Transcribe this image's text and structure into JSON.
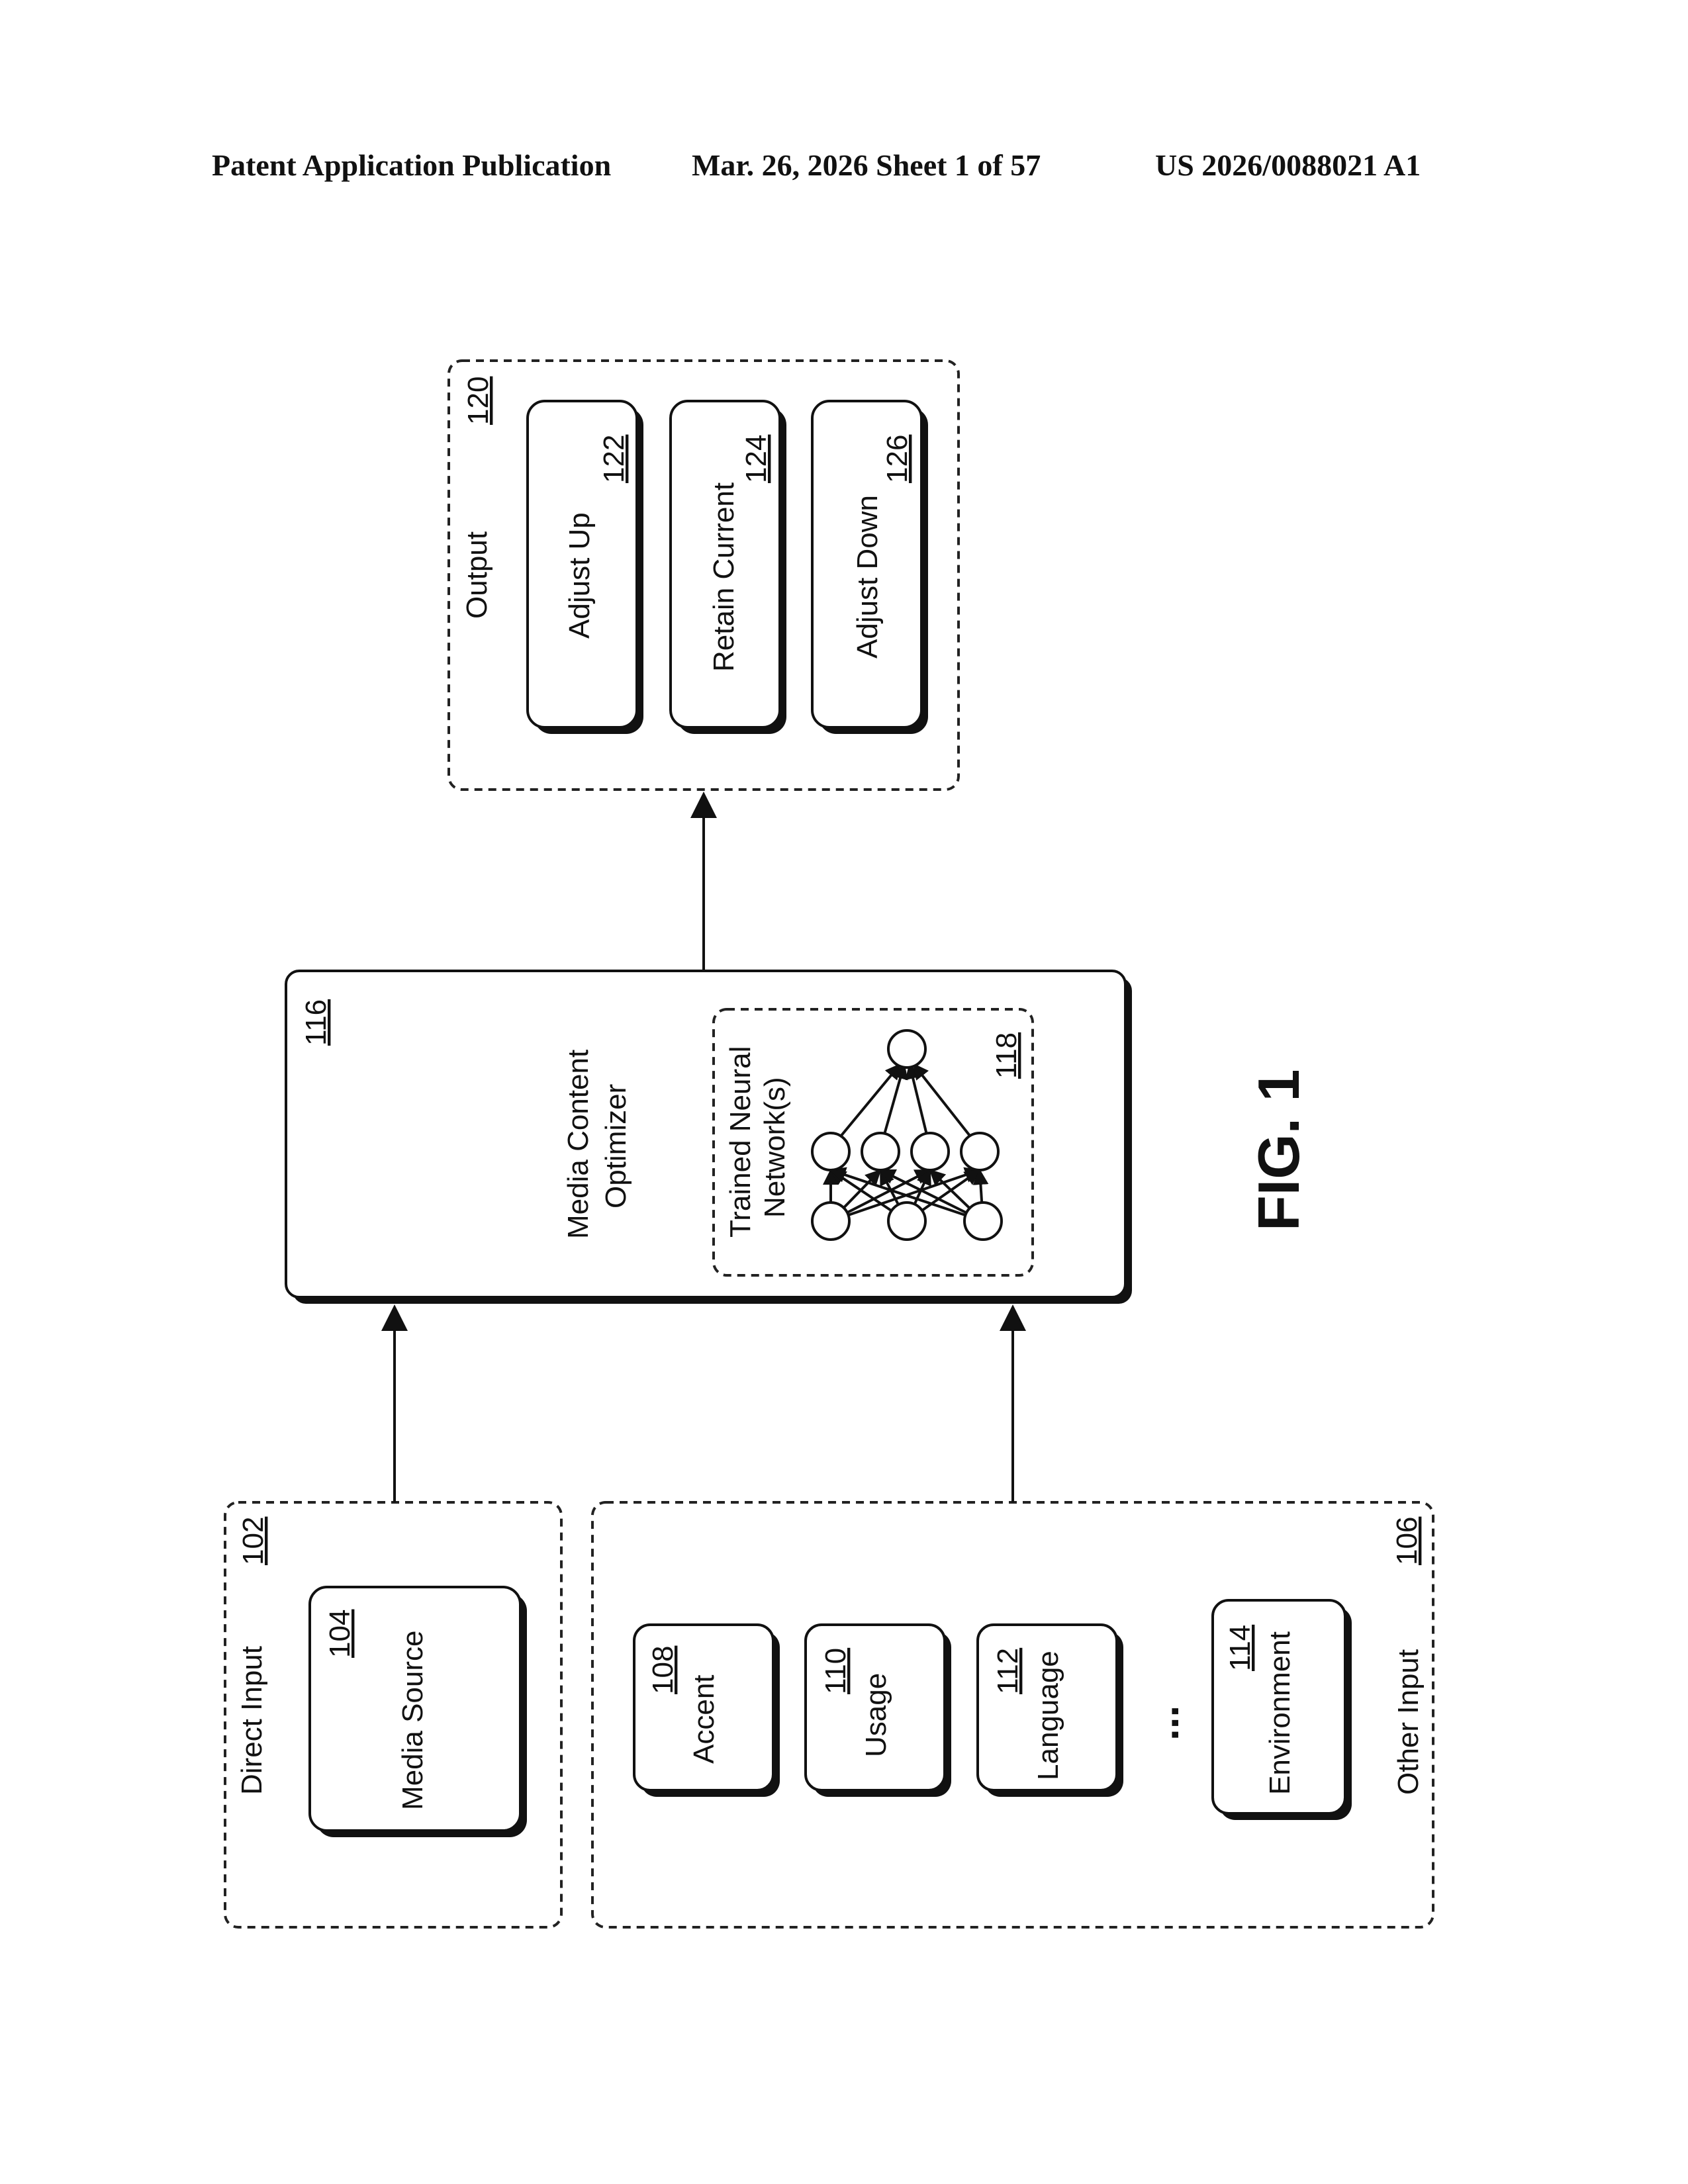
{
  "header": {
    "publication": "Patent Application Publication",
    "date_sheet": "Mar. 26, 2026  Sheet 1 of 57",
    "number": "US 2026/0088021 A1"
  },
  "figure_label": "FIG. 1",
  "direct_input": {
    "title": "Direct Input",
    "ref": "102",
    "media_source": {
      "label": "Media Source",
      "ref": "104"
    }
  },
  "other_input": {
    "title": "Other Input",
    "ref": "106",
    "accent": {
      "label": "Accent",
      "ref": "108"
    },
    "usage": {
      "label": "Usage",
      "ref": "110"
    },
    "language": {
      "label": "Language",
      "ref": "112"
    },
    "ellipsis": "...",
    "environment": {
      "label": "Environment",
      "ref": "114"
    }
  },
  "optimizer": {
    "line1": "Media Content",
    "line2": "Optimizer",
    "ref": "116",
    "network": {
      "line1": "Trained Neural",
      "line2": "Network(s)",
      "ref": "118"
    }
  },
  "output": {
    "title": "Output",
    "ref": "120",
    "adjust_up": {
      "label": "Adjust Up",
      "ref": "122"
    },
    "retain_current": {
      "label": "Retain Current",
      "ref": "124"
    },
    "adjust_down": {
      "label": "Adjust Down",
      "ref": "126"
    }
  }
}
